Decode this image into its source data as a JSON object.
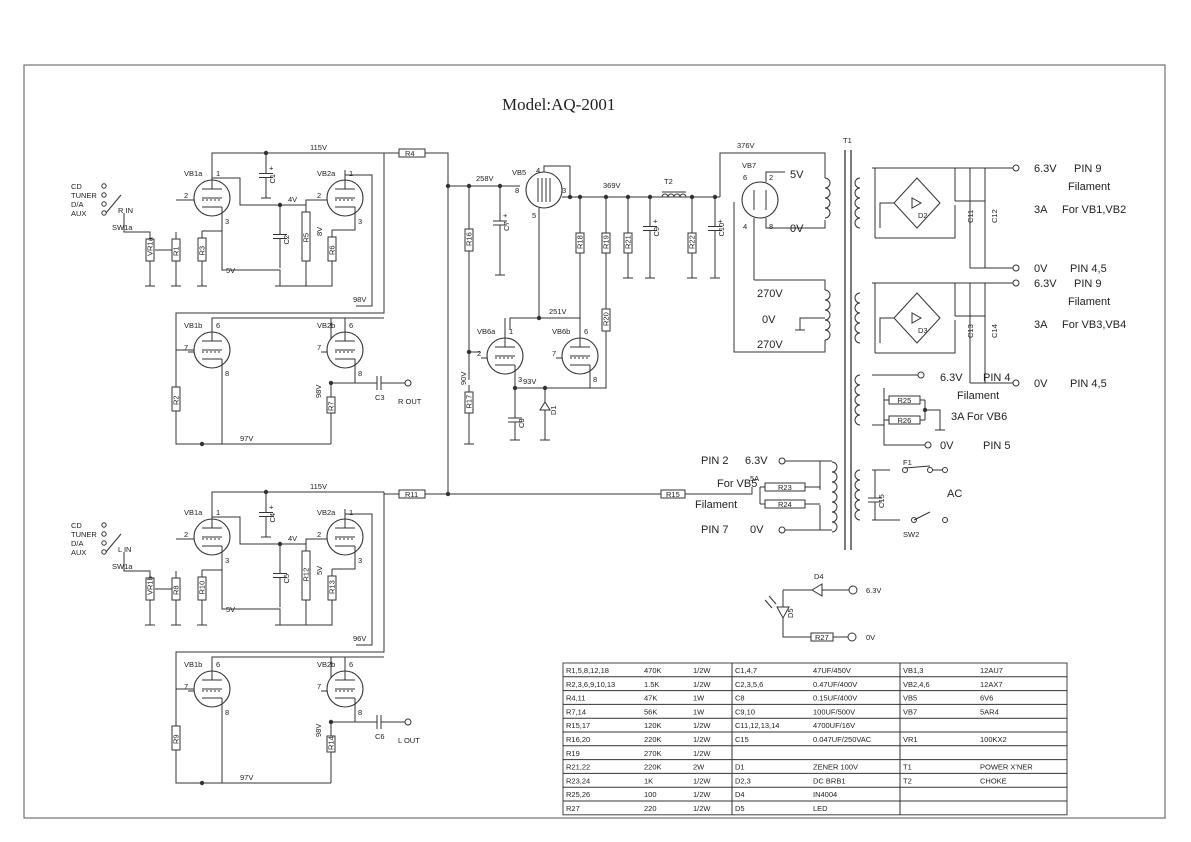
{
  "title": "Model:AQ-2001",
  "left_channel": {
    "inputs": [
      "CD",
      "TUNER",
      "D/A",
      "AUX"
    ],
    "input_label": "R IN",
    "switch": "SW1a",
    "pot": "VR1a",
    "tube_a1": "VB1a",
    "tube_a2": "VB2a",
    "tube_b1": "VB1b",
    "tube_b2": "VB2b",
    "resistors": [
      "R1",
      "R3",
      "R5",
      "R6",
      "R2",
      "R7"
    ],
    "caps": [
      "C1",
      "C2",
      "C3"
    ],
    "series_r": "R4",
    "volts": [
      "115V",
      "4V",
      "5V",
      "8V",
      "98V",
      "98V",
      "97V"
    ],
    "output": "R OUT"
  },
  "right_channel": {
    "inputs": [
      "CD",
      "TUNER",
      "D/A",
      "AUX"
    ],
    "input_label": "L IN",
    "switch": "SW1a",
    "pot": "VR1b",
    "tube_a1": "VB1a",
    "tube_a2": "VB2a",
    "tube_b1": "VB1b",
    "tube_b2": "VB2b",
    "resistors": [
      "R8",
      "R10",
      "R12",
      "R13",
      "R9",
      "R14"
    ],
    "caps": [
      "C4",
      "C5",
      "C6"
    ],
    "series_r": "R11",
    "volts": [
      "115V",
      "4V",
      "5V",
      "5V",
      "96V",
      "98V",
      "97V"
    ],
    "output": "L OUT"
  },
  "regulator": {
    "tube": "VB5",
    "pins": [
      "4",
      "8",
      "3",
      "5"
    ],
    "dual": [
      "VB6a",
      "VB6b"
    ],
    "resistors": [
      "R16",
      "R17",
      "R18",
      "R19",
      "R20",
      "R21",
      "R22",
      "R15"
    ],
    "caps": [
      "C7",
      "C8",
      "C9",
      "C10"
    ],
    "diode": "D1",
    "volts": [
      "258V",
      "369V",
      "251V",
      "90V",
      "93V"
    ],
    "choke": "T2"
  },
  "supply": {
    "rectifier": "VB7",
    "rect_volts": "376V",
    "transformer": "T1",
    "w5": "5V",
    "w0": "0V",
    "w270a": "270V",
    "w0b": "0V",
    "w270b": "270V",
    "fil1": {
      "v1": "6.3V",
      "p1": "PIN 9",
      "name": "Filament",
      "cur": "3A",
      "for": "For VB1,VB2",
      "v0": "0V",
      "p0": "PIN 4,5",
      "diode": "D2",
      "caps": [
        "C11",
        "C12"
      ]
    },
    "fil2": {
      "v1": "6.3V",
      "p1": "PIN 9",
      "name": "Filament",
      "cur": "3A",
      "for": "For VB3,VB4",
      "v0": "0V",
      "p0": "PIN 4,5",
      "diode": "D3",
      "caps": [
        "C13",
        "C14"
      ]
    },
    "fil3": {
      "v1": "6.3V",
      "p1": "PIN 4",
      "name": "Filament",
      "cur": "3A For VB6",
      "v0": "0V",
      "p0": "PIN 5",
      "res": [
        "R25",
        "R26"
      ]
    },
    "fil4": {
      "p2": "PIN 2",
      "v1": "6.3V",
      "for": "For VB5",
      "cur": "5A",
      "name": "Filament",
      "p7": "PIN 7",
      "v0": "0V",
      "res": [
        "R23",
        "R24"
      ]
    },
    "ac": {
      "fuse": "F1",
      "cap": "C15",
      "label": "AC",
      "switch": "SW2"
    },
    "led": {
      "d4": "D4",
      "d5": "D5",
      "r": "R27",
      "v1": "6.3V",
      "v0": "0V"
    }
  },
  "parts_table": [
    [
      "R1,5,8,12,18",
      "470K",
      "1/2W",
      "C1,4,7",
      "47UF/450V",
      "VB1,3",
      "12AU7"
    ],
    [
      "R2,3,6,9,10,13",
      "1.5K",
      "1/2W",
      "C2,3,5,6",
      "0.47UF/400V",
      "VB2,4,6",
      "12AX7"
    ],
    [
      "R4,11",
      "47K",
      "1W",
      "C8",
      "0.15UF/400V",
      "VB5",
      "6V6"
    ],
    [
      "R7,14",
      "56K",
      "1W",
      "C9,10",
      "100UF/500V",
      "VB7",
      "5AR4"
    ],
    [
      "R15,17",
      "120K",
      "1/2W",
      "C11,12,13,14",
      "4700UF/16V",
      "",
      ""
    ],
    [
      "R16,20",
      "220K",
      "1/2W",
      "C15",
      "0.047UF/250VAC",
      "VR1",
      "100KX2"
    ],
    [
      "R19",
      "270K",
      "1/2W",
      "",
      "",
      "",
      ""
    ],
    [
      "R21,22",
      "220K",
      "2W",
      "D1",
      "ZENER 100V",
      "T1",
      "POWER X'NER"
    ],
    [
      "R23,24",
      "1K",
      "1/2W",
      "D2,3",
      "DC BRB1",
      "T2",
      "CHOKE"
    ],
    [
      "R25,26",
      "100",
      "1/2W",
      "D4",
      "IN4004",
      "",
      ""
    ],
    [
      "R27",
      "220",
      "1/2W",
      "D5",
      "LED",
      "",
      ""
    ]
  ]
}
